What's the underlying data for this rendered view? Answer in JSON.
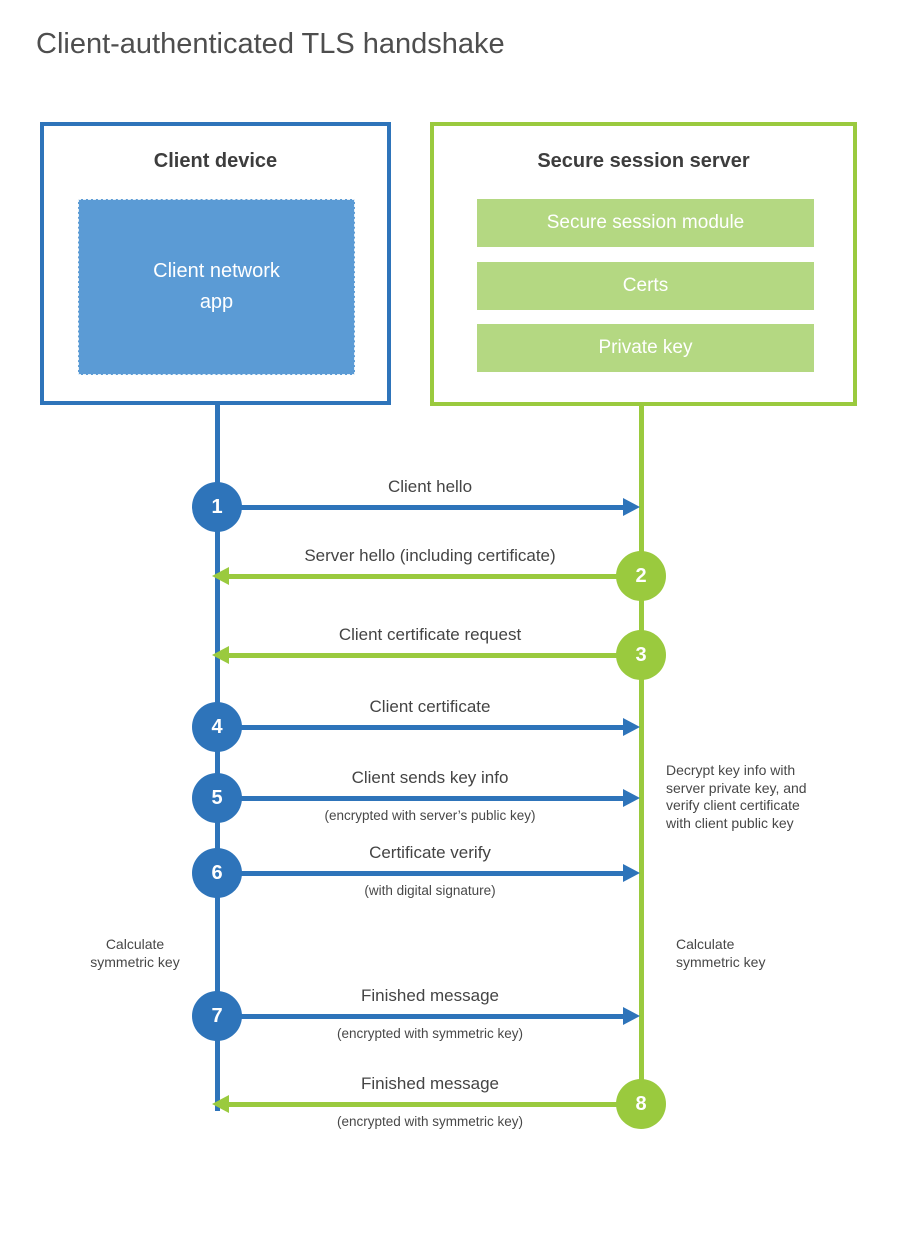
{
  "page_title": "Client-authenticated TLS handshake",
  "client_box": {
    "title": "Client device",
    "app_label": "Client network\napp"
  },
  "server_box": {
    "title": "Secure session server",
    "modules": [
      "Secure session module",
      "Certs",
      "Private key"
    ]
  },
  "steps": [
    {
      "num": "1",
      "direction": "right",
      "from": "client",
      "to": "server",
      "label": "Client hello",
      "sub": ""
    },
    {
      "num": "2",
      "direction": "left",
      "from": "server",
      "to": "client",
      "label": "Server hello (including certificate)",
      "sub": ""
    },
    {
      "num": "3",
      "direction": "left",
      "from": "server",
      "to": "client",
      "label": "Client certificate request",
      "sub": ""
    },
    {
      "num": "4",
      "direction": "right",
      "from": "client",
      "to": "server",
      "label": "Client certificate",
      "sub": ""
    },
    {
      "num": "5",
      "direction": "right",
      "from": "client",
      "to": "server",
      "label": "Client sends key info",
      "sub": "(encrypted with server’s public key)"
    },
    {
      "num": "6",
      "direction": "right",
      "from": "client",
      "to": "server",
      "label": "Certificate verify",
      "sub": "(with digital signature)"
    },
    {
      "num": "7",
      "direction": "right",
      "from": "client",
      "to": "server",
      "label": "Finished message",
      "sub": "(encrypted with symmetric key)"
    },
    {
      "num": "8",
      "direction": "left",
      "from": "server",
      "to": "client",
      "label": "Finished message",
      "sub": "(encrypted with symmetric key)"
    }
  ],
  "annotations": {
    "server_note": "Decrypt key info with\nserver private key, and\nverify client certificate\nwith client public key",
    "client_calc": "Calculate\nsymmetric key",
    "server_calc": "Calculate\nsymmetric key"
  },
  "colors": {
    "blue": "#2e74ba",
    "blue_fill": "#5b9bd5",
    "green": "#9aca3e",
    "green_fill": "#b4d882"
  }
}
